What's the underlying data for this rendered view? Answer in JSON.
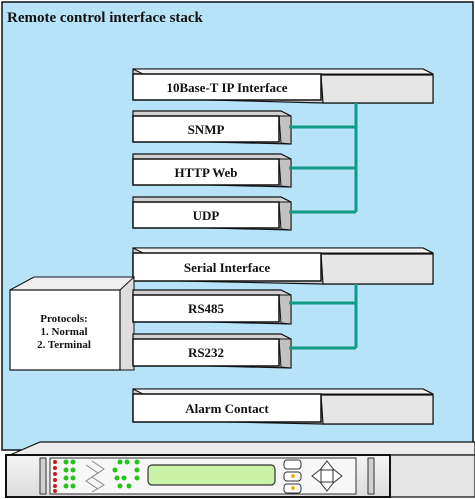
{
  "title": "Remote control interface stack",
  "ethernet_group": {
    "header": "10Base-T IP Interface",
    "protocols": [
      "SNMP",
      "HTTP Web",
      "UDP"
    ]
  },
  "serial_group": {
    "header": "Serial Interface",
    "ports": [
      "RS485",
      "RS232"
    ]
  },
  "serial_protocols_box": {
    "heading": "Protocols:",
    "items": [
      "1. Normal",
      "2. Terminal"
    ]
  },
  "alarm": "Alarm Contact",
  "colors": {
    "background": "#b7e3f8",
    "connector": "#119a86",
    "block_face": "#ffffff",
    "block_side": "#d2d2d2",
    "indicator_red": "#c81c1c",
    "indicator_green": "#25c21b",
    "display_green": "#c9f2a7"
  }
}
